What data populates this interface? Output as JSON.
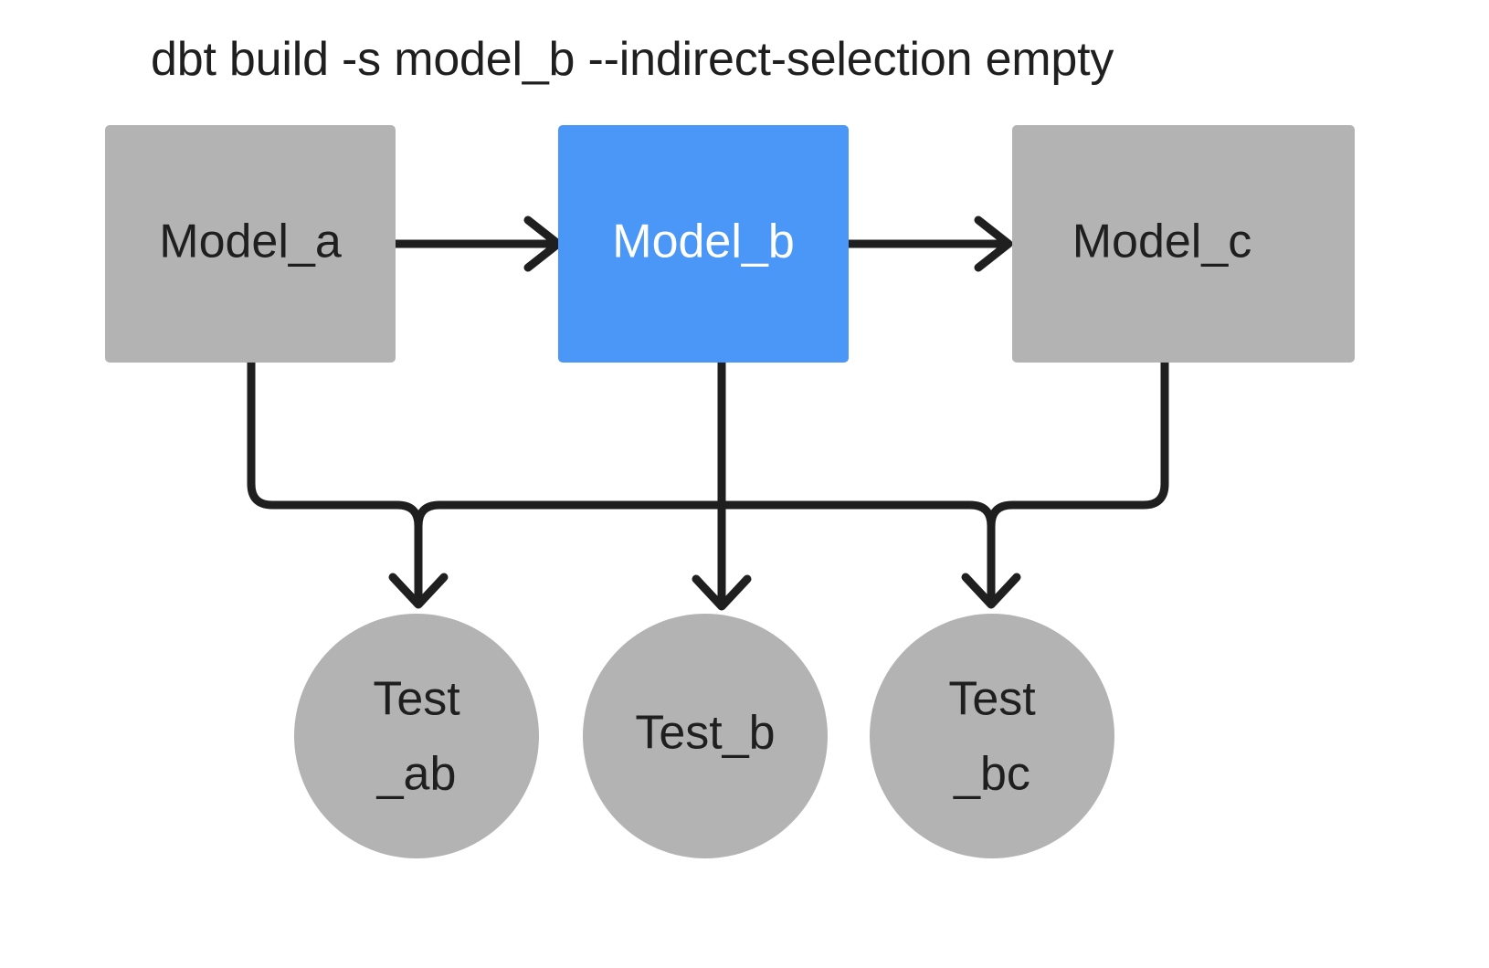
{
  "title": "dbt build -s model_b --indirect-selection empty",
  "colors": {
    "background": "#ffffff",
    "node_default": "#b3b3b3",
    "node_selected": "#4a97f7",
    "edge": "#1f1f1f",
    "label_default": "#1f1f1f",
    "label_selected": "#ffffff"
  },
  "models": [
    {
      "id": "model_a",
      "label": "Model_a",
      "shape": "rectangle",
      "state": "unselected",
      "fill": "#b3b3b3",
      "text_color": "#1f1f1f"
    },
    {
      "id": "model_b",
      "label": "Model_b",
      "shape": "rectangle",
      "state": "selected",
      "fill": "#4a97f7",
      "text_color": "#ffffff"
    },
    {
      "id": "model_c",
      "label": "Model_c",
      "shape": "rectangle",
      "state": "unselected",
      "fill": "#b3b3b3",
      "text_color": "#1f1f1f"
    }
  ],
  "tests": [
    {
      "id": "test_ab",
      "label": "Test_ab",
      "line1": "Test",
      "line2": "_ab",
      "shape": "circle",
      "state": "unselected",
      "fill": "#b3b3b3",
      "text_color": "#1f1f1f"
    },
    {
      "id": "test_b",
      "label": "Test_b",
      "line1": "Test_b",
      "line2": "",
      "shape": "circle",
      "state": "unselected",
      "fill": "#b3b3b3",
      "text_color": "#1f1f1f"
    },
    {
      "id": "test_bc",
      "label": "Test_bc",
      "line1": "Test",
      "line2": "_bc",
      "shape": "circle",
      "state": "unselected",
      "fill": "#b3b3b3",
      "text_color": "#1f1f1f"
    }
  ],
  "edges": [
    {
      "id": "edge-a-b",
      "from": "model_a",
      "to": "model_b",
      "style": "straight-horizontal"
    },
    {
      "id": "edge-b-c",
      "from": "model_b",
      "to": "model_c",
      "style": "straight-horizontal"
    },
    {
      "id": "edge-a-test-ab",
      "from": "model_a",
      "to": "test_ab",
      "style": "orthogonal"
    },
    {
      "id": "edge-b-test-ab",
      "from": "model_b",
      "to": "test_ab",
      "style": "orthogonal"
    },
    {
      "id": "edge-b-test-b",
      "from": "model_b",
      "to": "test_b",
      "style": "straight-vertical"
    },
    {
      "id": "edge-b-test-bc",
      "from": "model_b",
      "to": "test_bc",
      "style": "orthogonal"
    },
    {
      "id": "edge-c-test-bc",
      "from": "model_c",
      "to": "test_bc",
      "style": "orthogonal"
    }
  ]
}
